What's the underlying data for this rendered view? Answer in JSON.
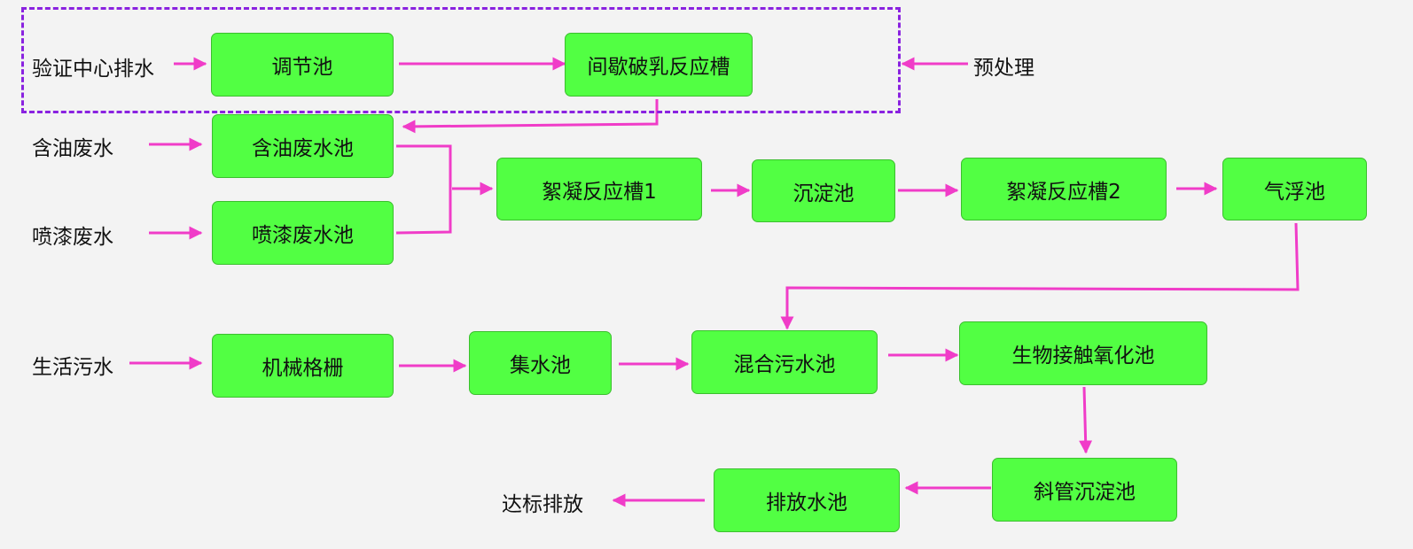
{
  "colors": {
    "node_fill": "#52ff43",
    "node_border": "#3bbf2e",
    "arrow": "#f03cc8",
    "pretreatment_border": "#8a22e0",
    "background": "#f3f3f3"
  },
  "inputs": {
    "validation_center": "验证中心排水",
    "oily": "含油废水",
    "paint": "喷漆废水",
    "domestic": "生活污水"
  },
  "nodes": {
    "regulating_tank": "调节池",
    "demulsification": "间歇破乳反应槽",
    "oily_tank": "含油废水池",
    "paint_tank": "喷漆废水池",
    "flocculation1": "絮凝反应槽1",
    "sedimentation": "沉淀池",
    "flocculation2": "絮凝反应槽2",
    "air_flotation": "气浮池",
    "screen": "机械格栅",
    "collection": "集水池",
    "mixed": "混合污水池",
    "bio_contact": "生物接触氧化池",
    "inclined_tube": "斜管沉淀池",
    "discharge_tank": "排放水池"
  },
  "labels": {
    "pretreatment": "预处理",
    "output": "达标排放"
  }
}
